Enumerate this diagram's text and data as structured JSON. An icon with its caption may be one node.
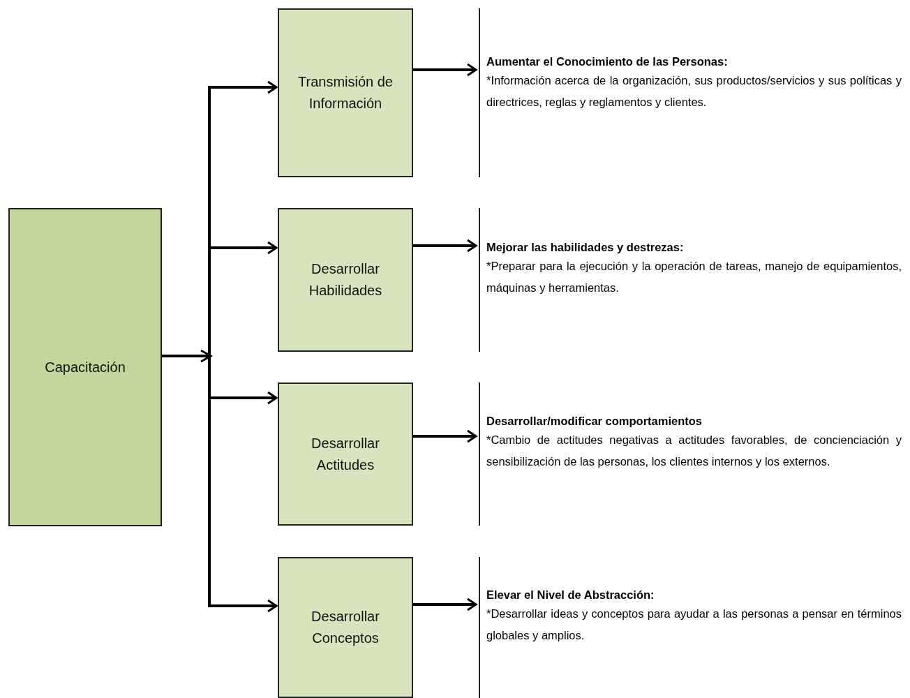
{
  "diagram": {
    "nodes": [
      {
        "text": [
          "Capacitación"
        ]
      },
      {
        "text": [
          "Transmisión de Información"
        ]
      },
      {
        "text": [
          "Aumentar el Conocimiento de las Personas:",
          "*Información acerca de la organización, sus productos/servicios y sus políticas y directrices, reglas y reglamentos y clientes."
        ]
      },
      {
        "text": [
          "Desarrollar Habilidades"
        ]
      },
      {
        "text": [
          "Mejorar las habilidades y destrezas:",
          "*Preparar para la ejecución y la operación de tareas, manejo de equipamientos, máquinas y herramientas."
        ]
      },
      {
        "text": [
          "Desarrollar Actitudes"
        ]
      },
      {
        "text": [
          "Desarrollar/modificar comportamientos",
          "*Cambio de actitudes negativas a actitudes favorables, de concienciación y sensibilización de las personas, los clientes internos y los externos."
        ]
      },
      {
        "text": [
          "Desarrollar Conceptos"
        ]
      },
      {
        "text": [
          "Elevar el Nivel de Abstracción:",
          "*Desarrollar ideas y conceptos para ayudar a las personas a pensar en términos globales y amplios."
        ]
      }
    ],
    "edges": [
      {
        "from": 0,
        "to": 1,
        "arrow": "to"
      },
      {
        "from": 0,
        "to": 3,
        "arrow": "to"
      },
      {
        "from": 0,
        "to": 5,
        "arrow": "to"
      },
      {
        "from": 0,
        "to": 7,
        "arrow": "to"
      },
      {
        "from": 1,
        "to": 2,
        "arrow": "to"
      },
      {
        "from": 3,
        "to": 4,
        "arrow": "to"
      },
      {
        "from": 5,
        "to": 6,
        "arrow": "to"
      },
      {
        "from": 7,
        "to": 8,
        "arrow": "to"
      }
    ]
  }
}
